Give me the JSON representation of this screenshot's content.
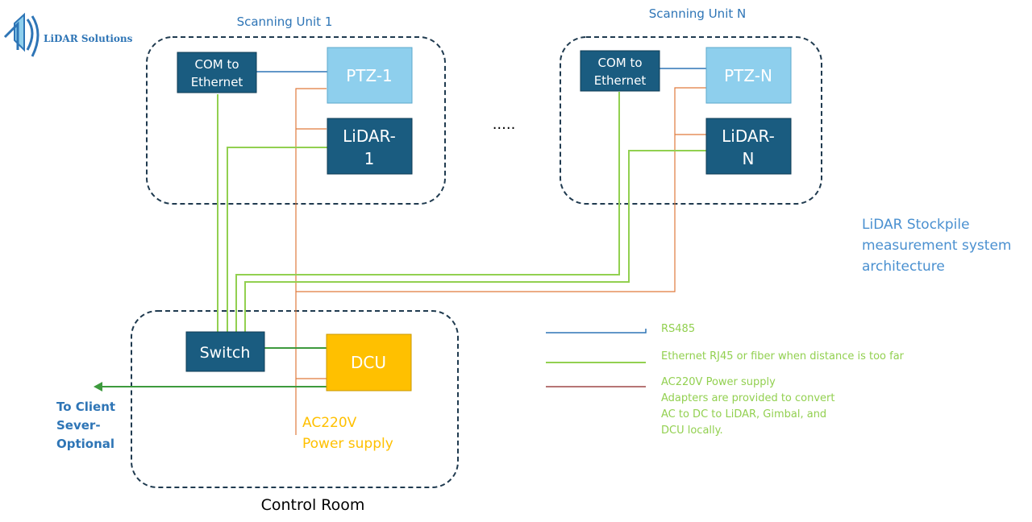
{
  "logo": {
    "text": "LiDAR Solutions"
  },
  "units": {
    "unit1": {
      "title": "Scanning Unit 1",
      "com": [
        "COM to",
        "Ethernet"
      ],
      "ptz": "PTZ-1",
      "lidar": [
        "LiDAR-",
        "1"
      ]
    },
    "unitN": {
      "title": "Scanning Unit N",
      "com": [
        "COM to",
        "Ethernet"
      ],
      "ptz": "PTZ-N",
      "lidar": [
        "LiDAR-",
        "N"
      ]
    },
    "ellipsis": "....."
  },
  "control_room": {
    "title": "Control Room",
    "switch": "Switch",
    "dcu": "DCU",
    "power": [
      "AC220V",
      "Power supply"
    ],
    "client": [
      "To Client",
      "Sever-",
      "Optional"
    ]
  },
  "system_title": [
    "LiDAR Stockpile",
    "measurement system",
    "architecture"
  ],
  "legend": {
    "rs485": "RS485",
    "ethernet": "Ethernet RJ45 or fiber when distance is too far",
    "power": [
      "AC220V Power supply",
      "Adapters are provided to convert",
      "AC to DC to LiDAR, Gimbal, and",
      "DCU locally."
    ]
  },
  "colors": {
    "dark_box": "#1a5c80",
    "light_box": "#8ecfed",
    "dcu": "#ffc000",
    "rs485": "#2e75b6",
    "ethernet": "#92d050",
    "ethernet_dark": "#3d9a3d",
    "power": "#e07a3c",
    "power_legend": "#8b2323",
    "title_blue": "#2e75b6",
    "system_title": "#4a90d0",
    "power_text": "#ffc000"
  }
}
